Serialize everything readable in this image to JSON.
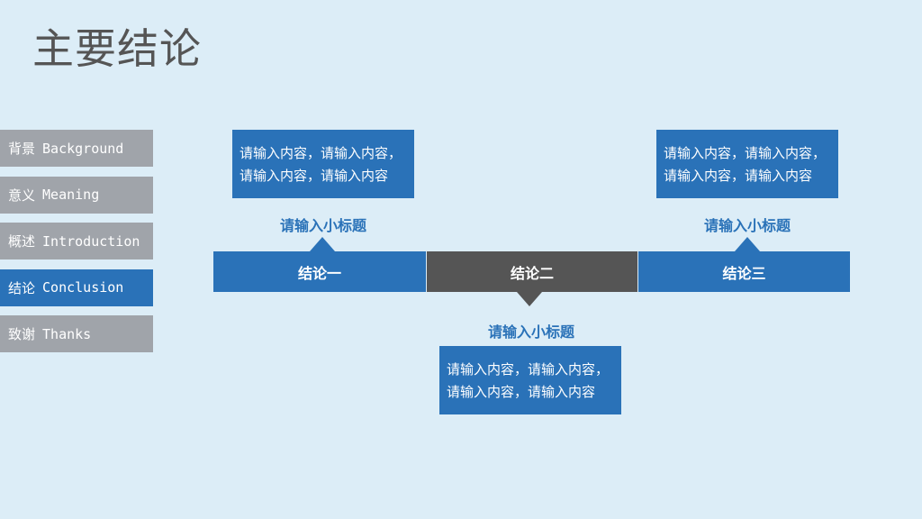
{
  "title": "主要结论",
  "sidebar": {
    "items": [
      {
        "zh": "背景",
        "en": "Background",
        "active": false
      },
      {
        "zh": "意义",
        "en": "Meaning",
        "active": false
      },
      {
        "zh": "概述",
        "en": "Introduction",
        "active": false
      },
      {
        "zh": "结论",
        "en": "Conclusion",
        "active": true
      },
      {
        "zh": "致谢",
        "en": "Thanks",
        "active": false
      }
    ]
  },
  "conclusions": [
    {
      "label": "结论一",
      "subtitle": "请输入小标题",
      "line1": "请输入内容，请输入内容，",
      "line2": "请输入内容，请输入内容"
    },
    {
      "label": "结论二",
      "subtitle": "请输入小标题",
      "line1": "请输入内容，请输入内容，",
      "line2": "请输入内容，请输入内容"
    },
    {
      "label": "结论三",
      "subtitle": "请输入小标题",
      "line1": "请输入内容，请输入内容，",
      "line2": "请输入内容，请输入内容"
    }
  ],
  "colors": {
    "accent": "#2a72b8",
    "dark": "#555555",
    "inactive": "#a0a4aa",
    "background": "#dcedf7"
  }
}
